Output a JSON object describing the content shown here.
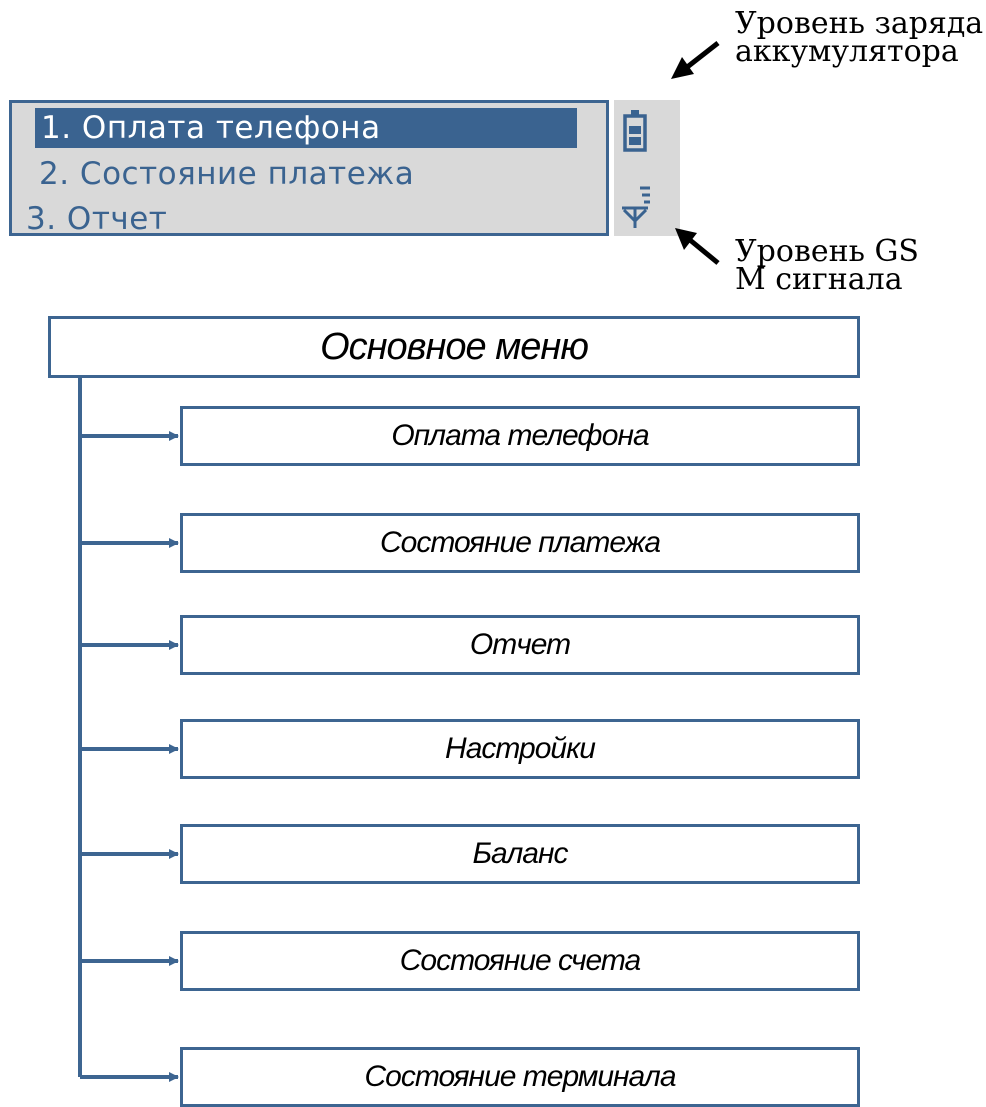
{
  "lcd": {
    "rows": [
      {
        "label": "1. Оплата телефона",
        "selected": true
      },
      {
        "label": "2. Состояние платежа",
        "selected": false
      },
      {
        "label": "3. Отчет",
        "selected": false
      }
    ],
    "icons": {
      "battery": "battery-icon",
      "signal": "antenna-signal-icon"
    }
  },
  "annotations": {
    "battery": {
      "line1": "Уровень заряда",
      "line2": "аккумулятора"
    },
    "signal": {
      "line1": "Уровень GS",
      "line2": "M сигнала"
    }
  },
  "tree": {
    "root": "Основное меню",
    "items": [
      "Оплата телефона",
      "Состояние платежа",
      "Отчет",
      "Настройки",
      "Баланс",
      "Состояние счета",
      "Состояние терминала"
    ]
  },
  "colors": {
    "accent": "#3a6390",
    "screen_bg": "#d9d9d9"
  }
}
